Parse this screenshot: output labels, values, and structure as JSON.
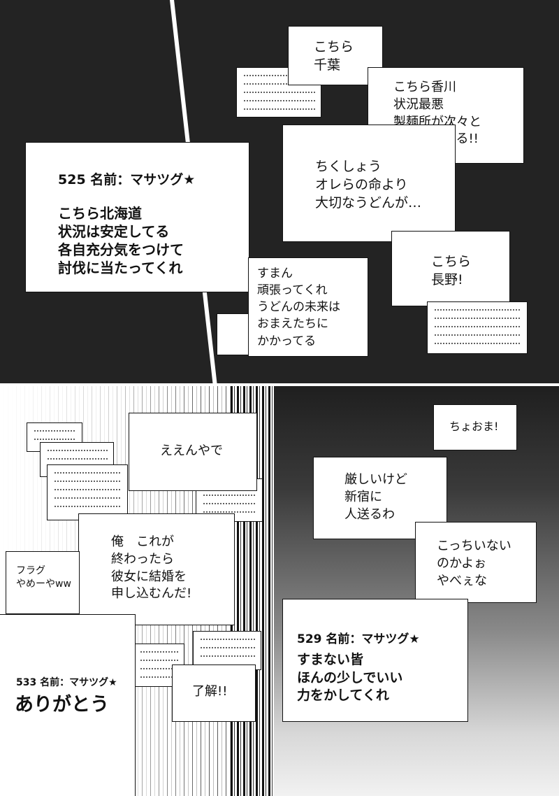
{
  "panels": {
    "top": {
      "chiba": "こちら\n千葉",
      "kagawa": "こちら香川\n状況最悪\n製麺所が次々と\n破壊されてる!!",
      "chikusho": "ちくしょう\nオレらの命より\n大切なうどんが…",
      "post525_header": "525 名前：マサツグ★",
      "post525_body": "こちら北海道\n状況は安定してる\n各自充分気をつけて\n討伐に当たってくれ",
      "nagano": "こちら\n長野!",
      "suman": "すまん\n頑張ってくれ\nうどんの未来は\nおまえたちに\nかかってる"
    },
    "bottom_left": {
      "eenyade": "ええんやで",
      "ore": "俺　これが\n終わったら\n彼女に結婚を\n申し込むんだ!",
      "flag": "フラグ\nやめーやww",
      "post533_header": "533 名前：マサツグ★",
      "post533_body": "ありがとう",
      "ryokai": "了解!!"
    },
    "bottom_right": {
      "choma": "ちょおま!",
      "kibishii": "厳しいけど\n新宿に\n人送るわ",
      "kocchi": "こっちいない\nのかよぉ\nやべぇな",
      "post529_header": "529 名前：マサツグ★",
      "post529_body": "すまない皆\nほんの少しでいい\n力をかしてくれ"
    }
  }
}
